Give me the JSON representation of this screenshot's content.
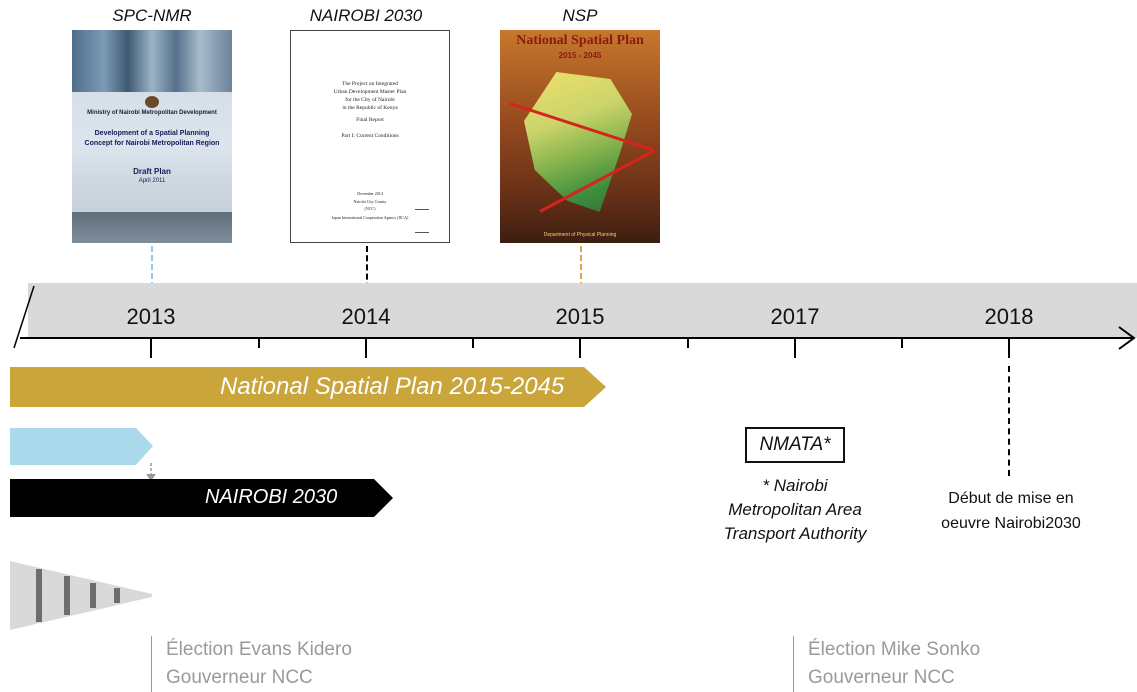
{
  "documents": [
    {
      "title": "SPC-NMR",
      "cover_lines": [
        "Ministry of Nairobi Metropolitan Development",
        "Development of a Spatial Planning",
        "Concept for Nairobi Metropolitan Region",
        "Draft Plan",
        "April 2011"
      ]
    },
    {
      "title": "NAIROBI 2030",
      "cover_lines": [
        "The Project on Integrated",
        "Urban Development Master Plan",
        "for the City of Nairobi",
        "in the Republic of Kenya",
        "Final Report",
        "Part I: Current Conditions",
        "December 2014",
        "Nairobi City County",
        "(NCC)",
        "Japan International Cooperation Agency (JICA)"
      ]
    },
    {
      "title": "NSP",
      "cover_lines": [
        "National Spatial Plan",
        "2015 - 2045",
        "Department of Physical Planning"
      ]
    }
  ],
  "timeline": {
    "years": [
      "2013",
      "2014",
      "2015",
      "2017",
      "2018"
    ]
  },
  "bars": {
    "nsp_label": "National Spatial Plan 2015-2045",
    "nairobi_label": "NAIROBI 2030"
  },
  "nmata": {
    "box": "NMATA*",
    "definition": [
      "* Nairobi",
      "Metropolitan Area",
      "Transport Authority"
    ]
  },
  "event_2018": [
    "Début de mise en",
    "oeuvre Nairobi2030"
  ],
  "elections": [
    {
      "line1": "Élection Evans Kidero",
      "line2": "Gouverneur NCC"
    },
    {
      "line1": "Élection Mike Sonko",
      "line2": "Gouverneur NCC"
    }
  ],
  "colors": {
    "nsp_bar": "#c9a53c",
    "spc_bar": "#a9d9ea",
    "nairobi_bar": "#000000",
    "axis_band": "#d9d9d9",
    "spc_dash": "#8ecbe6",
    "nairobi_dash": "#000000",
    "nsp_dash": "#d8a64c",
    "election_text": "#9a9a9a"
  }
}
